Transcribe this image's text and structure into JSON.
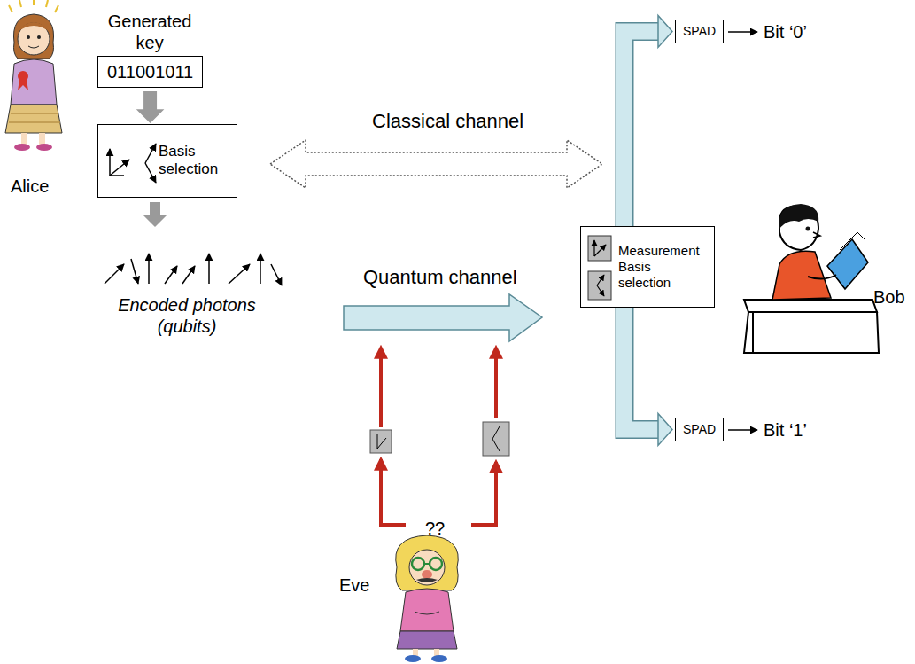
{
  "diagram": {
    "nodes": [
      {
        "text": [
          "Generated key",
          "011001011"
        ]
      },
      {
        "text": [
          "Basis selection"
        ]
      },
      {
        "text": [
          "Measurement Basis selection"
        ]
      },
      {
        "text": [
          "SPAD"
        ]
      },
      {
        "text": [
          "SPAD"
        ]
      }
    ],
    "edges": [
      {
        "from": 0,
        "to": 1,
        "arrow": "to"
      },
      {
        "from": 2,
        "to": 3,
        "arrow": "to"
      },
      {
        "from": 2,
        "to": 4,
        "arrow": "to"
      }
    ],
    "labels": [
      "Alice",
      "Classical channel",
      "Quantum channel",
      "Encoded photons (qubits)",
      "Bit ‘0’",
      "Bit ‘1’",
      "Bob",
      "??",
      "Eve"
    ]
  }
}
